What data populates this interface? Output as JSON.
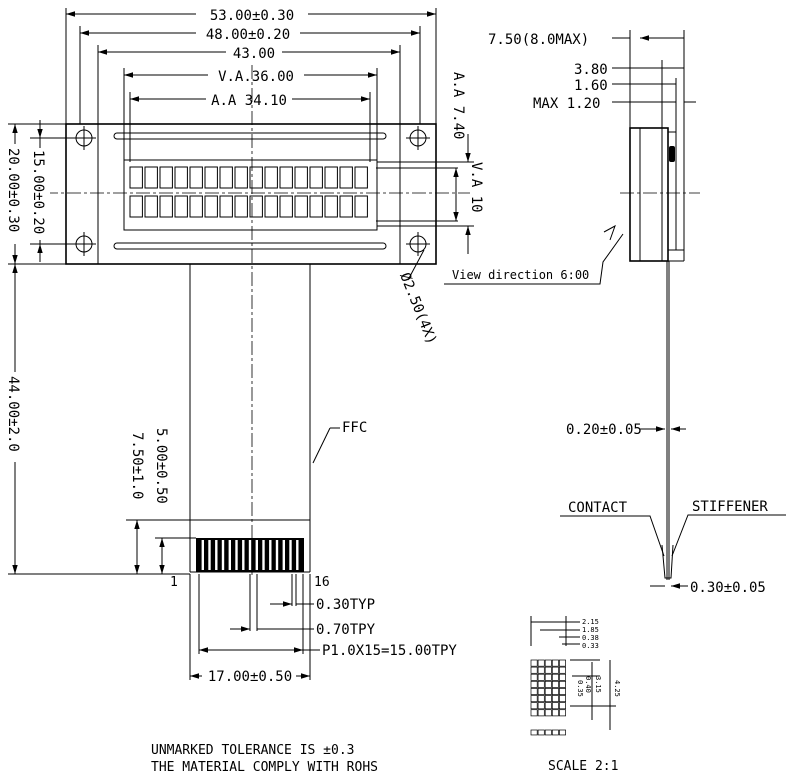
{
  "front_view": {
    "dim_overall_width": "53.00±0.30",
    "dim_outline_width": "48.00±0.20",
    "dim_bezel_width": "43.00",
    "dim_va_width": "V.A.36.00",
    "dim_aa_width": "A.A 34.10",
    "dim_aa_height": "A.A 7.40",
    "dim_va_height": "V.A 10",
    "dim_overall_height": "20.00±0.30",
    "dim_hole_pitch_vertical": "15.00±0.20",
    "dim_mount_hole": "Ø2.50(4X)",
    "dim_total_length": "44.00±2.0",
    "dim_contact_length": "5.00±0.50",
    "dim_stiffener_length": "7.50±1.0",
    "label_ffc": "FFC",
    "pin_first": "1",
    "pin_last": "16",
    "dim_pad_width": "0.30TYP",
    "dim_pad_pitch": "0.70TPY",
    "dim_pitch_total": "P1.0X15=15.00TPY",
    "dim_ffc_width": "17.00±0.50",
    "char_rows": 2,
    "chars_per_row": 16
  },
  "side_view": {
    "dim_thickness": "7.50(8.0MAX)",
    "dim_panel": "3.80",
    "dim_glass": "1.60",
    "dim_max": "MAX 1.20",
    "label_view_direction": "View direction 6:00",
    "dim_ffc_thickness": "0.20±0.05",
    "label_contact": "CONTACT",
    "label_stiffener": "STIFFENER",
    "dim_stiffener_thickness": "0.30±0.05"
  },
  "detail": {
    "dims": [
      "2.15",
      "1.85",
      "0.38",
      "0.33",
      "4.25",
      "3.15",
      "0.40",
      "0.35"
    ],
    "scale_label": "SCALE 2:1"
  },
  "notes": {
    "line1": "UNMARKED TOLERANCE IS ±0.3",
    "line2": "THE MATERIAL COMPLY WITH ROHS"
  }
}
